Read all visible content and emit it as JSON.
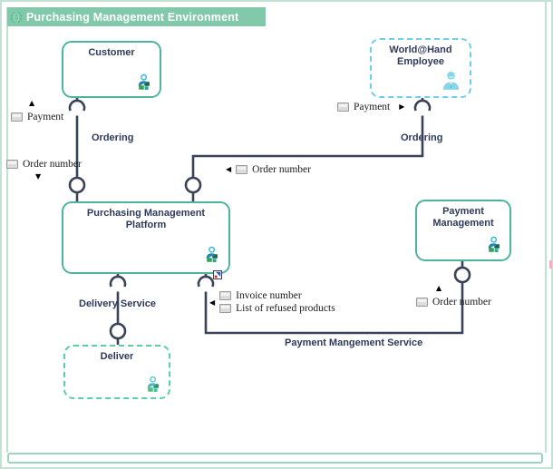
{
  "title": "Purchasing Management Environment",
  "nodes": {
    "customer": {
      "label": "Customer"
    },
    "employee": {
      "label": "World@Hand Employee"
    },
    "platform": {
      "label": "Purchasing Management Platform"
    },
    "payment": {
      "label": "Payment Management"
    },
    "deliver": {
      "label": "Deliver"
    }
  },
  "service_labels": {
    "ordering_left": "Ordering",
    "ordering_right": "Ordering",
    "delivery_service": "Delivery Service",
    "payment_service": "Payment Mangement Service"
  },
  "exchange_items": {
    "payment_up": "Payment",
    "order_down": "Order number",
    "payment_right": "Payment",
    "order_mid": "Order number",
    "invoice": "Invoice number",
    "refused_products": "List of refused products",
    "order_up": "Order number"
  },
  "icons": {
    "header": "globe-icon",
    "entity": "person-puzzle-icon",
    "actor": "person-icon",
    "exchange_item": "envelope-icon",
    "decorator": "diagram-marker-icon"
  },
  "colors": {
    "header_bg": "#82c9ac",
    "frame_border": "#c2e3d4",
    "node_border_solid": "#4db59d",
    "node_border_dashed_blue": "#6ed0e8",
    "node_border_dashed_green": "#57cfa9",
    "node_text": "#2e3a59",
    "connector": "#3a4258"
  }
}
